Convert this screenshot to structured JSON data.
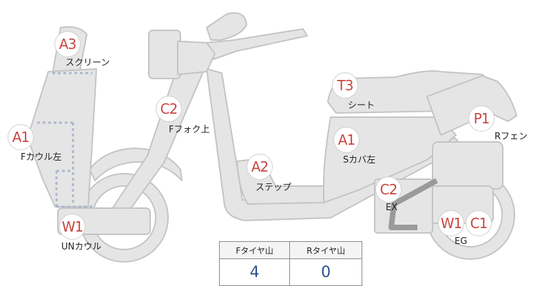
{
  "badges": {
    "a3_screen": "A3",
    "c2_fork": "C2",
    "a1_fcowl": "A1",
    "w1_under": "W1",
    "a2_step": "A2",
    "t3_seat": "T3",
    "a1_side": "A1",
    "p1_fender": "P1",
    "c2_ex": "C2",
    "w1_eg": "W1",
    "c1_eg": "C1"
  },
  "labels": {
    "screen": "スクリーン",
    "ffork": "Fフォク上",
    "fcowl_left": "Fカウル左",
    "under_cowl": "UNカウル",
    "step": "ステップ",
    "seat": "シート",
    "side_cover_left": "Sカバ左",
    "rear_fender": "Rフェン",
    "exhaust": "EX",
    "engine": "EG"
  },
  "tire_table": {
    "headers": [
      "Fタイヤ山",
      "Rタイヤ山"
    ],
    "values": [
      "4",
      "0"
    ]
  },
  "colors": {
    "part_fill": "#e5e5e5",
    "outline": "#c4c4c4",
    "badge_text": "#c8463f",
    "value_text": "#2a4f8f"
  }
}
